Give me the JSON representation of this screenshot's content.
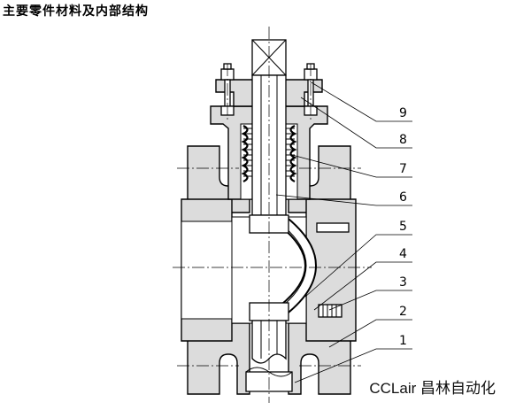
{
  "title": "主要零件材料及内部结构",
  "watermark": "CCLair 昌林自动化",
  "labels": [
    {
      "id": "label-9",
      "text": "9"
    },
    {
      "id": "label-8",
      "text": "8"
    },
    {
      "id": "label-7",
      "text": "7"
    },
    {
      "id": "label-6",
      "text": "6"
    },
    {
      "id": "label-5",
      "text": "5"
    },
    {
      "id": "label-4",
      "text": "4"
    },
    {
      "id": "label-3",
      "text": "3"
    },
    {
      "id": "label-2",
      "text": "2"
    },
    {
      "id": "label-1",
      "text": "1"
    }
  ]
}
